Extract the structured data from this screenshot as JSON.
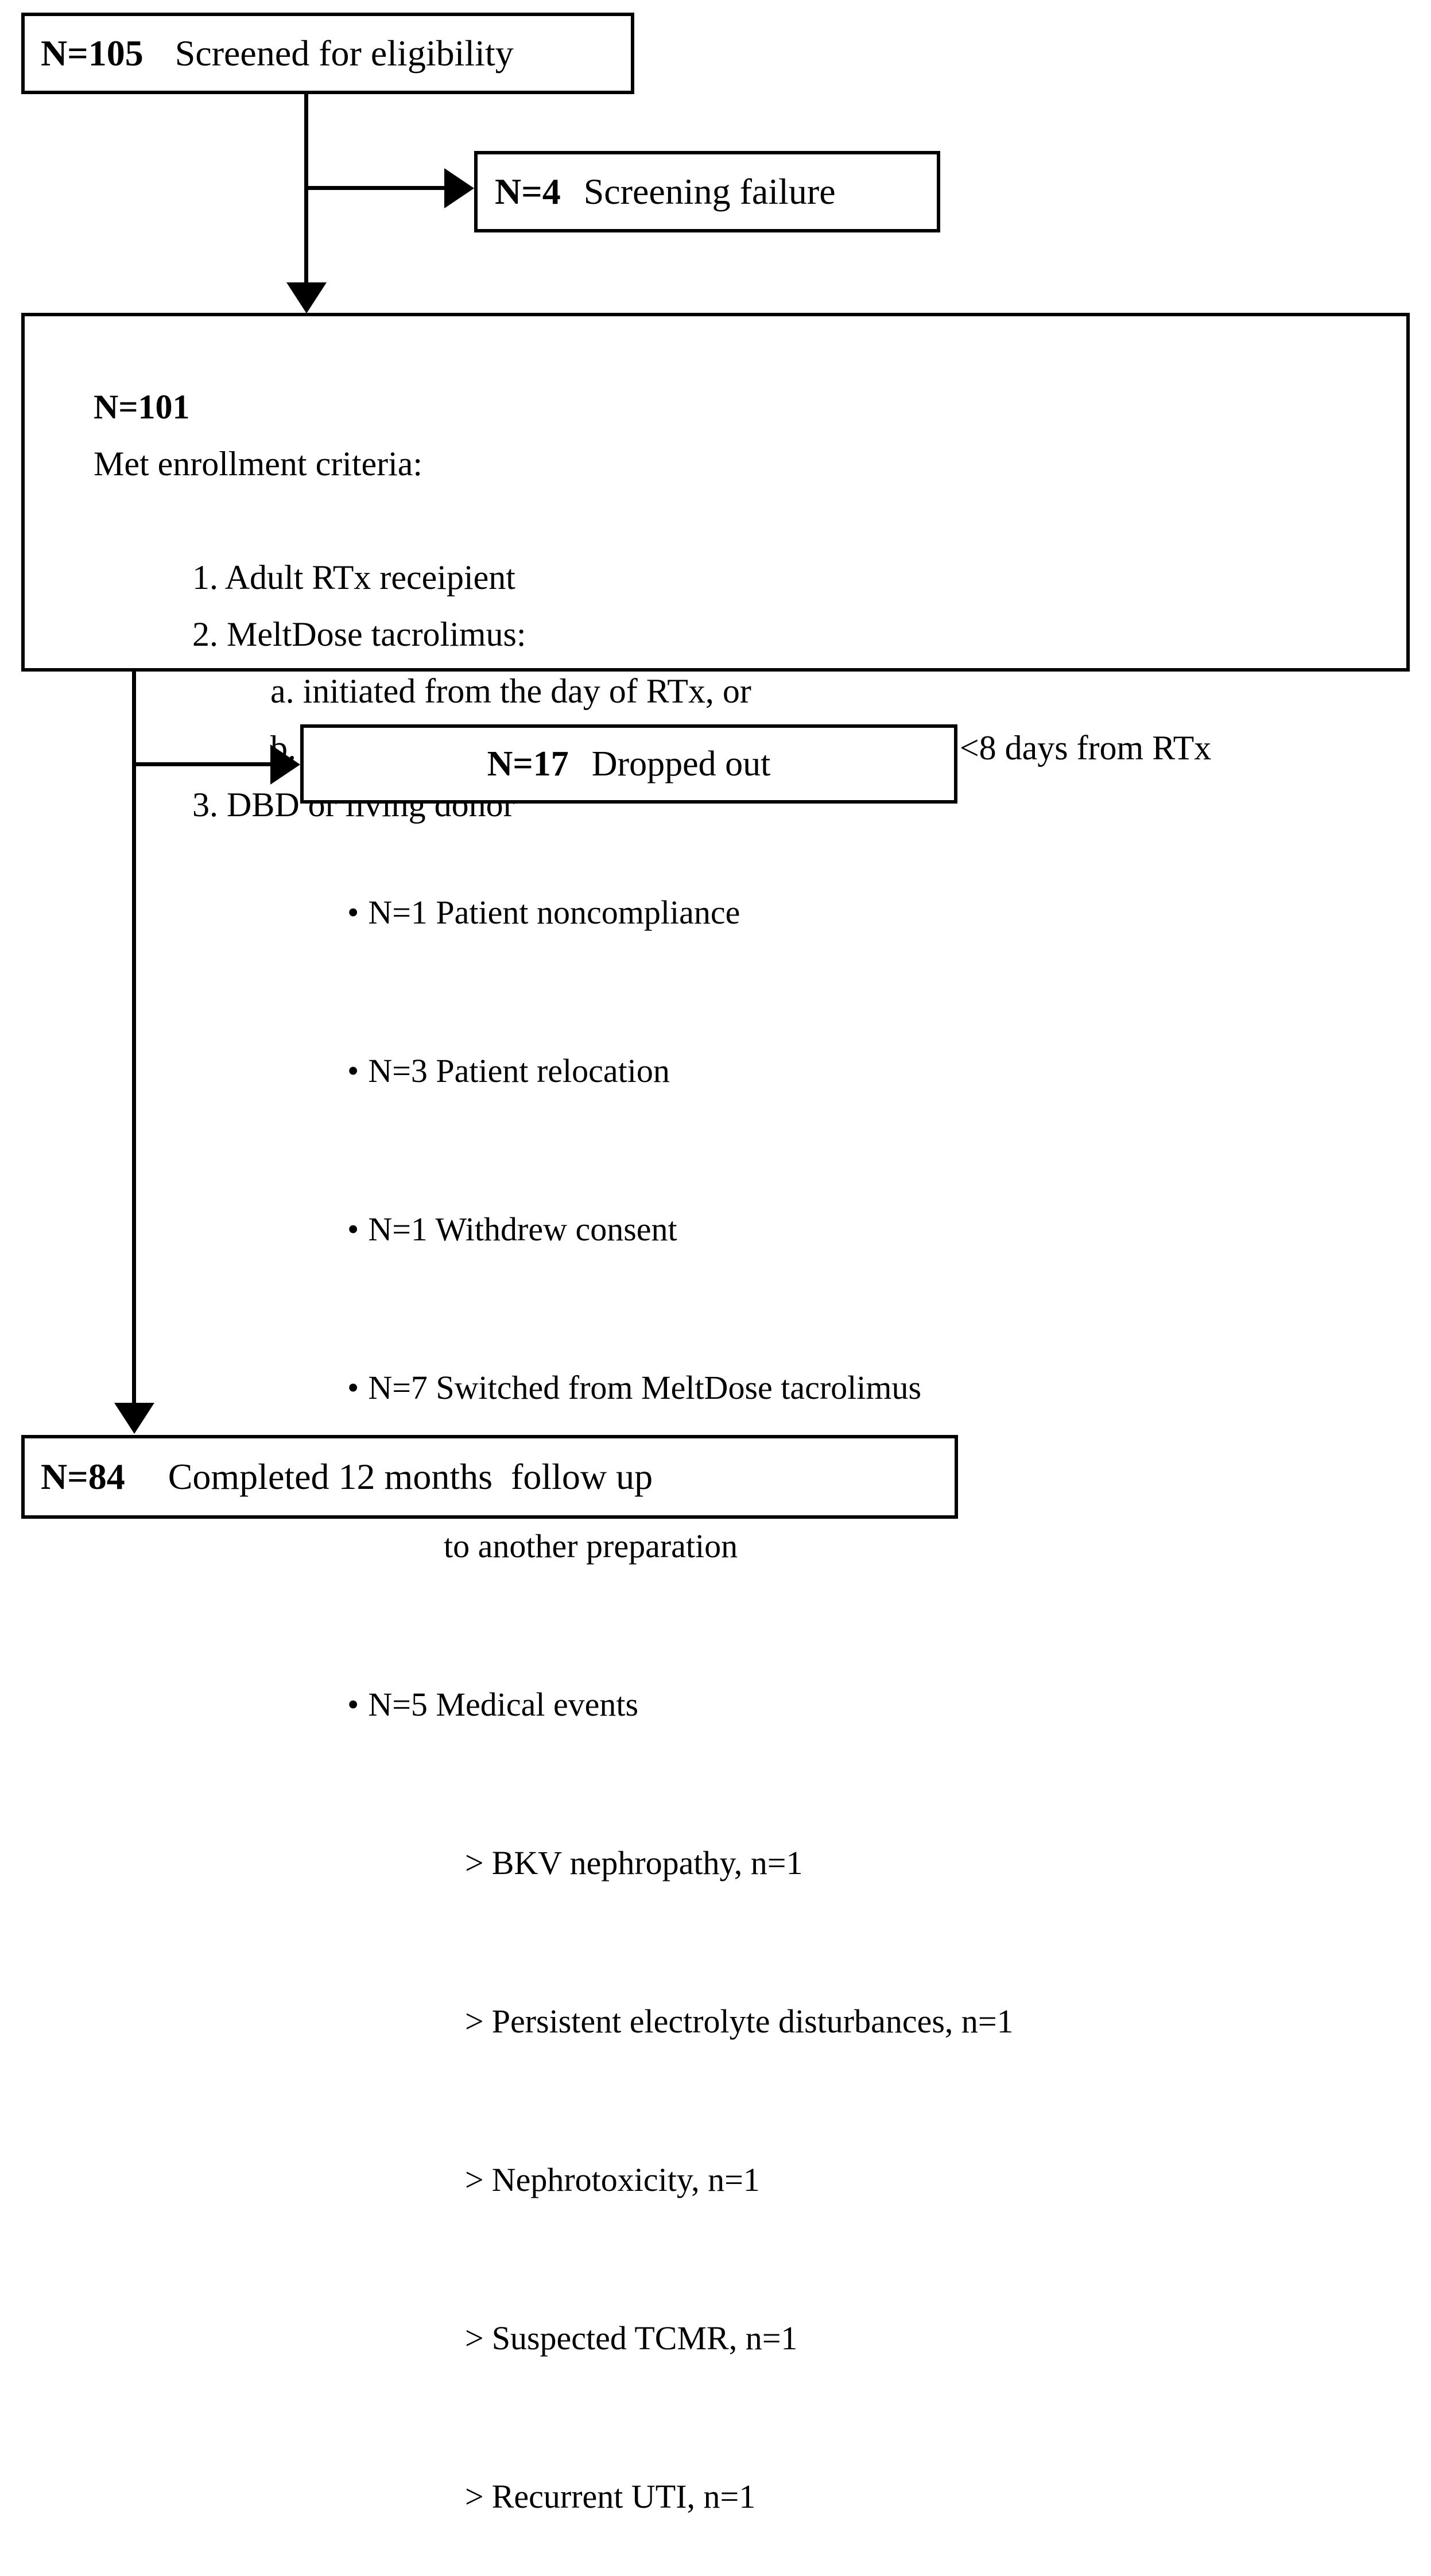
{
  "diagram": {
    "boxes": {
      "screened": {
        "n": "N=105",
        "label": "Screened for eligibility"
      },
      "screening_failure": {
        "n": "N=4",
        "label": "Screening failure"
      },
      "enrollment": {
        "n": "N=101",
        "label": "Met enrollment criteria:",
        "criteria": [
          {
            "text": "1. Adult RTx receipient"
          },
          {
            "text": "2. MeltDose tacrolimus:"
          },
          {
            "text": "a. initiated from the day of RTx, or"
          },
          {
            "text": "b. patient switched from IR Tac to  MeltDose Tac <8 days from RTx"
          },
          {
            "text": "3. DBD or living donor"
          }
        ]
      },
      "dropped_out": {
        "n": "N=17",
        "label": "Dropped out"
      },
      "completed": {
        "n": "N=84",
        "label": "Completed 12 months  follow up"
      }
    },
    "dropout_reasons": [
      {
        "bullet": "•",
        "text": "N=1 Patient noncompliance"
      },
      {
        "bullet": "•",
        "text": "N=3 Patient relocation"
      },
      {
        "bullet": "•",
        "text": "N=1 Withdrew consent"
      },
      {
        "bullet": "•",
        "text": "N=7 Switched from MeltDose tacrolimus"
      },
      {
        "bullet": "",
        "text": "to another preparation"
      },
      {
        "bullet": "•",
        "text": "N=5 Medical events"
      },
      {
        "bullet": ">",
        "text": "BKV nephropathy, n=1"
      },
      {
        "bullet": ">",
        "text": "Persistent electrolyte disturbances, n=1"
      },
      {
        "bullet": ">",
        "text": "Nephrotoxicity, n=1"
      },
      {
        "bullet": ">",
        "text": "Suspected TCMR, n=1"
      },
      {
        "bullet": ">",
        "text": "Recurrent UTI, n=1"
      }
    ],
    "colors": {
      "line": "#000000",
      "text": "#000000",
      "background": "#ffffff"
    }
  }
}
